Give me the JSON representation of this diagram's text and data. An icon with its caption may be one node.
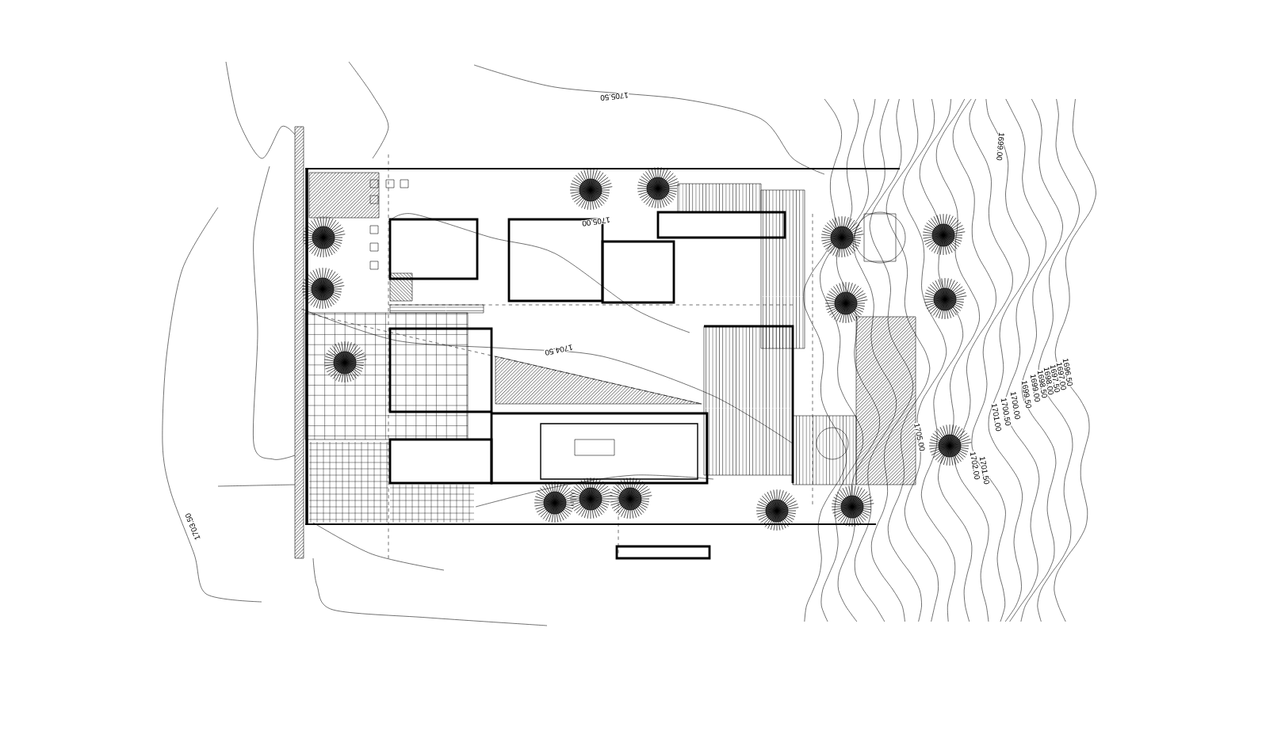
{
  "diagram": {
    "labels": [
      "1705.50",
      "1699.00",
      "1705.00",
      "1704.50",
      "1705.00",
      "1702.00",
      "1701.50",
      "1701.00",
      "1700.50",
      "1700.00",
      "1699.50",
      "1699.00",
      "1698.50",
      "1698.00",
      "1697.50",
      "1697.00",
      "1696.50",
      "1703.50"
    ]
  }
}
